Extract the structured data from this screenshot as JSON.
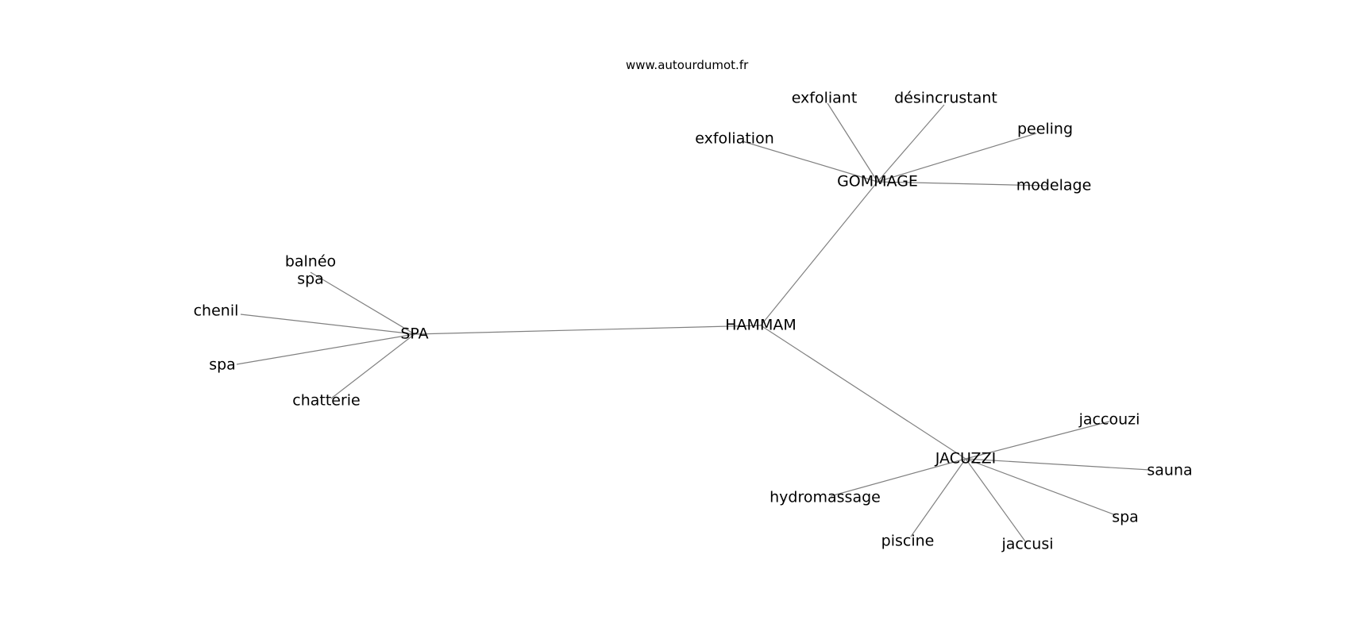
{
  "watermark": "www.autourdumot.fr",
  "colors": {
    "edge": "#808080",
    "text": "#000000",
    "background": "#ffffff"
  },
  "nodes": [
    {
      "id": "hammam",
      "label": "HAMMAM"
    },
    {
      "id": "gommage",
      "label": "GOMMAGE"
    },
    {
      "id": "spa_hub",
      "label": "SPA"
    },
    {
      "id": "jacuzzi",
      "label": "JACUZZI"
    },
    {
      "id": "exfoliant",
      "label": "exfoliant"
    },
    {
      "id": "desincrustant",
      "label": "désincrustant"
    },
    {
      "id": "exfoliation",
      "label": "exfoliation"
    },
    {
      "id": "peeling",
      "label": "peeling"
    },
    {
      "id": "modelage",
      "label": "modelage"
    },
    {
      "id": "balneo_spa",
      "label": "balnéo\nspa"
    },
    {
      "id": "chenil",
      "label": "chenil"
    },
    {
      "id": "spa_left",
      "label": "spa"
    },
    {
      "id": "chatterie",
      "label": "chatterie"
    },
    {
      "id": "jaccouzi",
      "label": "jaccouzi"
    },
    {
      "id": "sauna",
      "label": "sauna"
    },
    {
      "id": "spa_right",
      "label": "spa"
    },
    {
      "id": "jaccusi",
      "label": "jaccusi"
    },
    {
      "id": "piscine",
      "label": "piscine"
    },
    {
      "id": "hydromassage",
      "label": "hydromassage"
    }
  ],
  "edges": [
    [
      "hammam",
      "gommage"
    ],
    [
      "hammam",
      "spa_hub"
    ],
    [
      "hammam",
      "jacuzzi"
    ],
    [
      "gommage",
      "exfoliant"
    ],
    [
      "gommage",
      "desincrustant"
    ],
    [
      "gommage",
      "exfoliation"
    ],
    [
      "gommage",
      "peeling"
    ],
    [
      "gommage",
      "modelage"
    ],
    [
      "spa_hub",
      "balneo_spa"
    ],
    [
      "spa_hub",
      "chenil"
    ],
    [
      "spa_hub",
      "spa_left"
    ],
    [
      "spa_hub",
      "chatterie"
    ],
    [
      "jacuzzi",
      "jaccouzi"
    ],
    [
      "jacuzzi",
      "sauna"
    ],
    [
      "jacuzzi",
      "spa_right"
    ],
    [
      "jacuzzi",
      "jaccusi"
    ],
    [
      "jacuzzi",
      "piscine"
    ],
    [
      "jacuzzi",
      "hydromassage"
    ]
  ]
}
